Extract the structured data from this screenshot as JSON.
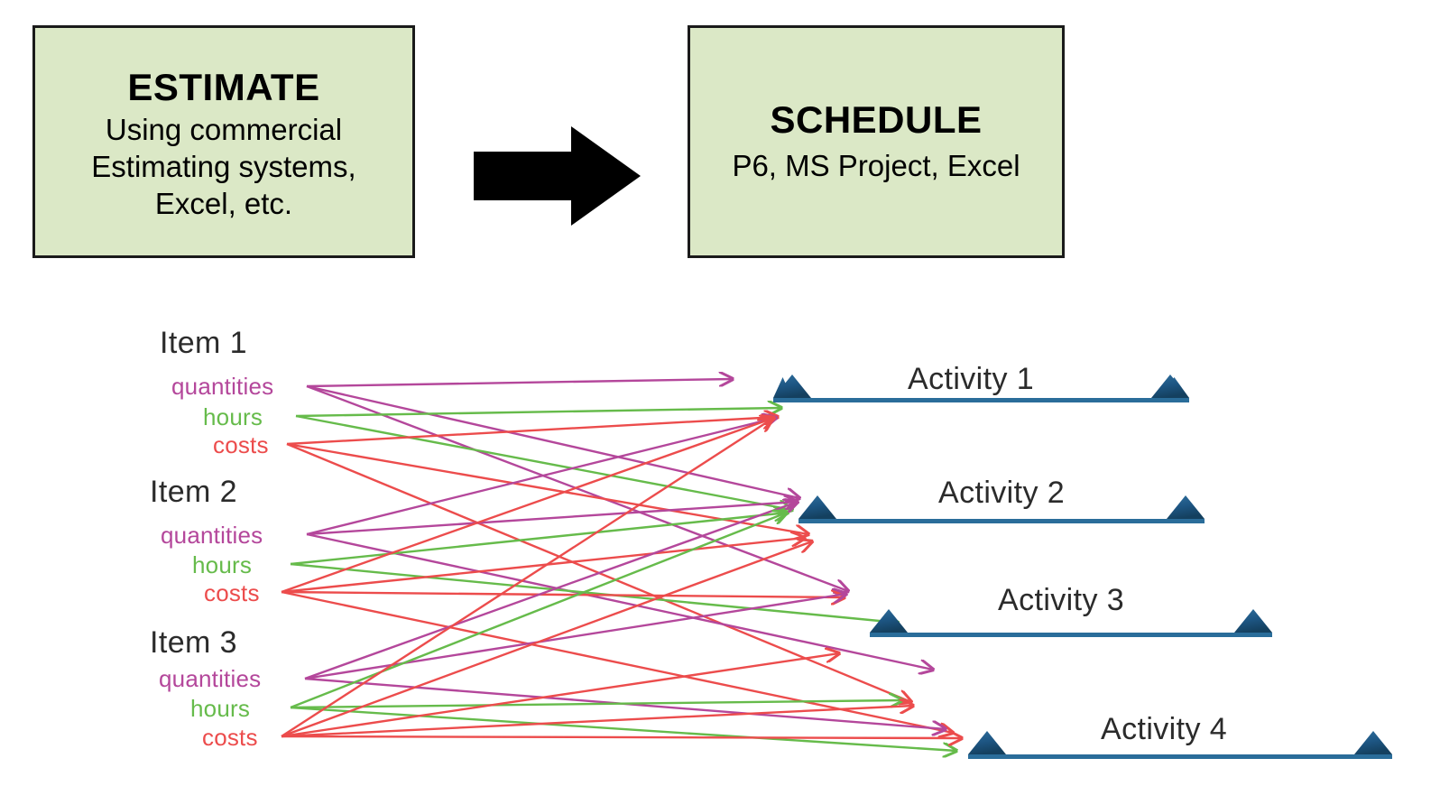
{
  "diagram": {
    "title_visible": false,
    "colors": {
      "box_fill": "#dbe8c6",
      "box_border": "#1a1a1a",
      "arrow_block": "#000000",
      "quantities": "#b4479b",
      "hours": "#66bb4b",
      "costs": "#ec4c4c",
      "milestone": "#1f5c8b",
      "bar": "#2a6d9a",
      "text": "#2b2b2b"
    }
  },
  "process": {
    "estimate": {
      "title": "ESTIMATE",
      "subtitle_lines": [
        "Using commercial",
        "Estimating systems,",
        "Excel, etc."
      ]
    },
    "flow_arrow": {
      "icon": "right-block-arrow-icon",
      "direction": "right"
    },
    "schedule": {
      "title": "SCHEDULE",
      "subtitle_lines": [
        "P6, MS Project, Excel"
      ]
    }
  },
  "estimate_items": [
    {
      "name": "Item 1",
      "attributes": [
        {
          "label": "quantities",
          "color": "#b4479b"
        },
        {
          "label": "hours",
          "color": "#66bb4b"
        },
        {
          "label": "costs",
          "color": "#ec4c4c"
        }
      ]
    },
    {
      "name": "Item 2",
      "attributes": [
        {
          "label": "quantities",
          "color": "#b4479b"
        },
        {
          "label": "hours",
          "color": "#66bb4b"
        },
        {
          "label": "costs",
          "color": "#ec4c4c"
        }
      ]
    },
    {
      "name": "Item 3",
      "attributes": [
        {
          "label": "quantities",
          "color": "#b4479b"
        },
        {
          "label": "hours",
          "color": "#66bb4b"
        },
        {
          "label": "costs",
          "color": "#ec4c4c"
        }
      ]
    }
  ],
  "schedule_activities": [
    {
      "name": "Activity 1"
    },
    {
      "name": "Activity 2"
    },
    {
      "name": "Activity 3"
    },
    {
      "name": "Activity 4"
    }
  ]
}
